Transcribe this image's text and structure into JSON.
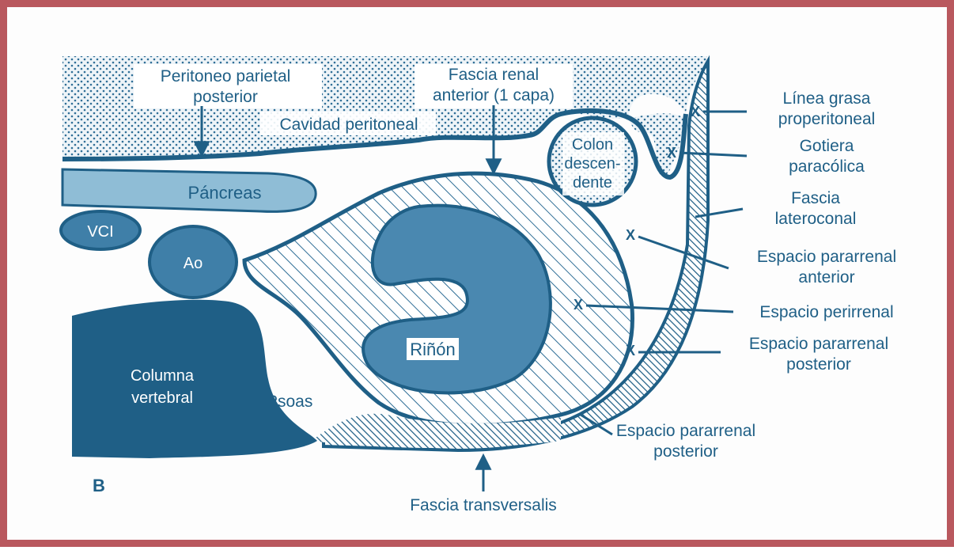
{
  "panel_letter": "B",
  "labels": {
    "peritoneo_1": "Peritoneo parietal",
    "peritoneo_2": "posterior",
    "fascia_renal_1": "Fascia renal",
    "fascia_renal_2": "anterior (1 capa)",
    "cavidad": "Cavidad peritoneal",
    "pancreas": "Páncreas",
    "vci": "VCI",
    "ao": "Ao",
    "colon_1": "Colon",
    "colon_2": "descen-",
    "colon_3": "dente",
    "rinon": "Riñón",
    "columna_1": "Columna",
    "columna_2": "vertebral",
    "psoas": "Psoas",
    "fascia_transversalis": "Fascia transversalis",
    "linea_grasa_1": "Línea grasa",
    "linea_grasa_2": "properitoneal",
    "gotiera_1": "Gotiera",
    "gotiera_2": "paracólica",
    "fascia_lateroconal_1": "Fascia",
    "fascia_lateroconal_2": "lateroconal",
    "esp_para_ant_1": "Espacio pararrenal",
    "esp_para_ant_2": "anterior",
    "esp_perirrenal": "Espacio perirrenal",
    "esp_para_post_a_1": "Espacio pararrenal",
    "esp_para_post_a_2": "posterior",
    "esp_para_post_b_1": "Espacio pararrenal",
    "esp_para_post_b_2": "posterior",
    "x_mark": "X"
  },
  "colors": {
    "frame": "#b9585e",
    "ink": "#1f5f86",
    "organ_fill": "#3f7fa8",
    "light_fill": "#7fb2cf",
    "dotted_bg": "#d9e6ee"
  }
}
